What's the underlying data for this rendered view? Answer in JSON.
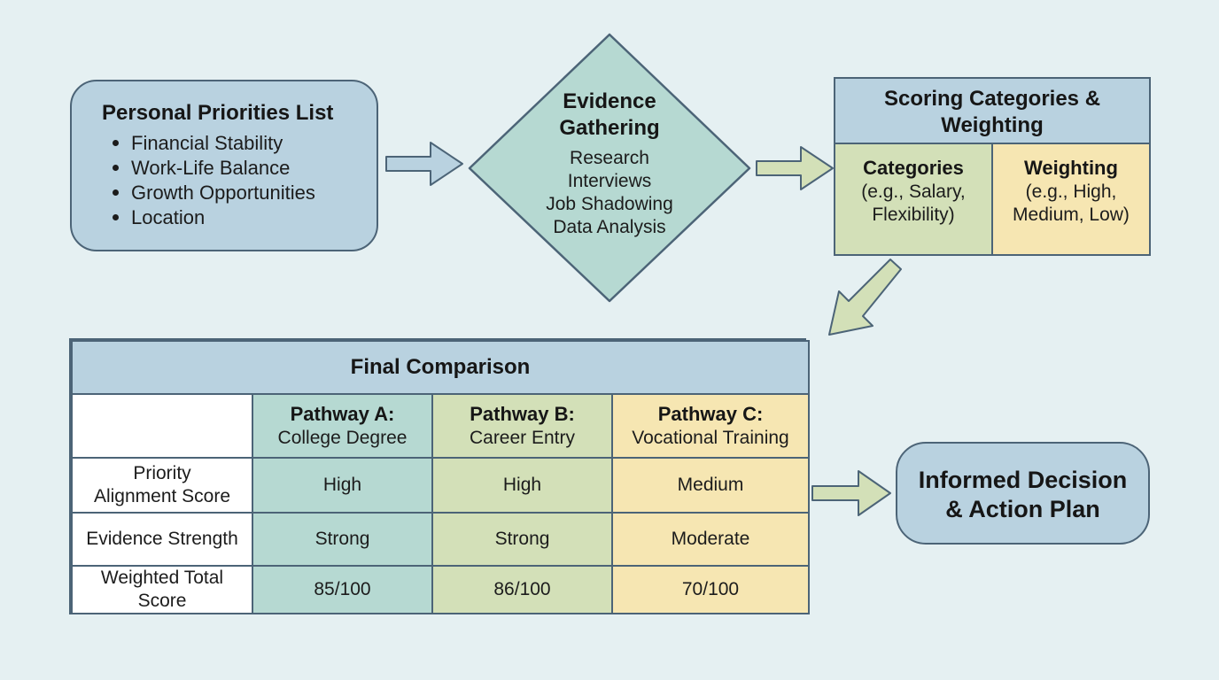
{
  "priorities": {
    "title": "Personal Priorities List",
    "items": [
      "Financial Stability",
      "Work-Life Balance",
      "Growth Opportunities",
      "Location"
    ]
  },
  "evidence": {
    "title_line1": "Evidence",
    "title_line2": "Gathering",
    "items": [
      "Research",
      "Interviews",
      "Job Shadowing",
      "Data Analysis"
    ]
  },
  "scoring": {
    "title_line1": "Scoring Categories &",
    "title_line2": "Weighting",
    "categories_title": "Categories",
    "categories_line1": "(e.g., Salary,",
    "categories_line2": "Flexibility)",
    "weighting_title": "Weighting",
    "weighting_line1": "(e.g., High,",
    "weighting_line2": "Medium, Low)"
  },
  "final": {
    "title": "Final Comparison",
    "pathways": [
      {
        "name": "Pathway A:",
        "desc": "College Degree"
      },
      {
        "name": "Pathway B:",
        "desc": "Career Entry"
      },
      {
        "name": "Pathway C:",
        "desc": "Vocational Training"
      }
    ],
    "rows": [
      {
        "label_line1": "Priority",
        "label_line2": "Alignment Score",
        "values": [
          "High",
          "High",
          "Medium"
        ]
      },
      {
        "label_line1": "Evidence Strength",
        "label_line2": "",
        "values": [
          "Strong",
          "Strong",
          "Moderate"
        ]
      },
      {
        "label_line1": "Weighted Total",
        "label_line2": "Score",
        "values": [
          "85/100",
          "86/100",
          "70/100"
        ]
      }
    ]
  },
  "decision": {
    "line1": "Informed Decision",
    "line2": "& Action Plan"
  },
  "colors": {
    "blue": "#b9d2e0",
    "teal": "#b6d9d2",
    "green": "#d3e0b8",
    "yellow": "#f6e6b2",
    "border": "#4c6477",
    "background": "#e5f0f2"
  }
}
